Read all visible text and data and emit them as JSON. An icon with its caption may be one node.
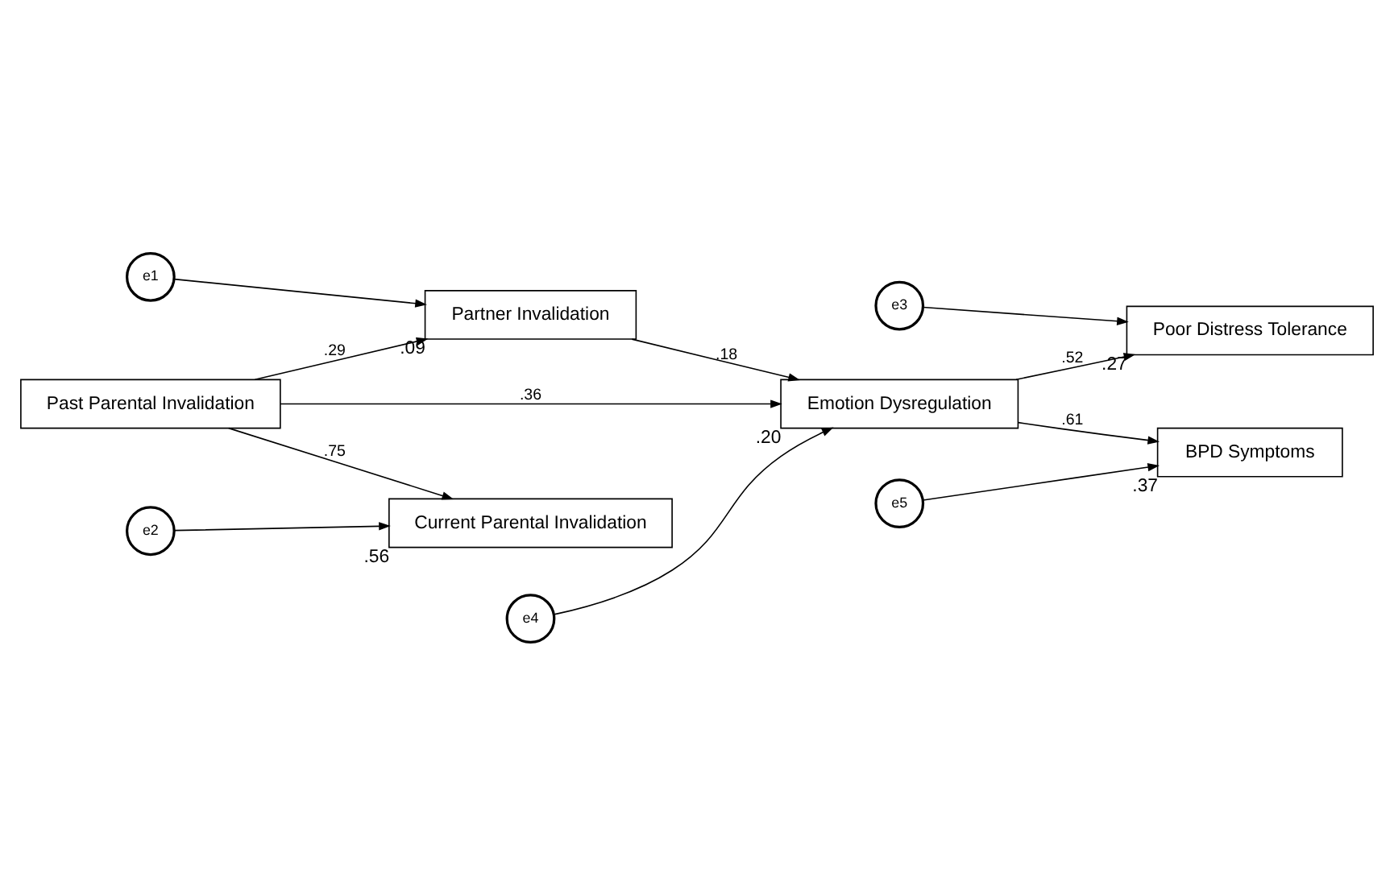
{
  "diagram": {
    "nodes": [
      {
        "text": [
          "e1"
        ]
      },
      {
        "text": [
          "Partner Invalidation"
        ],
        "beside": [
          ".09"
        ]
      },
      {
        "text": [
          "Past Parental Invalidation"
        ]
      },
      {
        "text": [
          "Current Parental Invalidation"
        ],
        "beside": [
          ".56"
        ]
      },
      {
        "text": [
          "e2"
        ]
      },
      {
        "text": [
          "e3"
        ]
      },
      {
        "text": [
          "Poor Distress Tolerance"
        ],
        "beside": [
          ".27"
        ]
      },
      {
        "text": [
          "Emotion Dysregulation"
        ],
        "beside": [
          ".20"
        ]
      },
      {
        "text": [
          "e4"
        ]
      },
      {
        "text": [
          "e5"
        ]
      },
      {
        "text": [
          "BPD Symptoms"
        ],
        "beside": [
          ".37"
        ]
      }
    ],
    "edges": [
      {
        "from": 0,
        "to": 1,
        "arrow": "to"
      },
      {
        "from": 2,
        "to": 1,
        "arrow": "to",
        "label": ".29"
      },
      {
        "from": 2,
        "to": 3,
        "arrow": "to",
        "label": ".75"
      },
      {
        "from": 4,
        "to": 3,
        "arrow": "to"
      },
      {
        "from": 1,
        "to": 7,
        "arrow": "to",
        "label": ".18"
      },
      {
        "from": 2,
        "to": 7,
        "arrow": "to",
        "label": ".36"
      },
      {
        "from": 5,
        "to": 6,
        "arrow": "to"
      },
      {
        "from": 7,
        "to": 6,
        "arrow": "to",
        "label": ".52"
      },
      {
        "from": 8,
        "to": 7,
        "arrow": "to"
      },
      {
        "from": 7,
        "to": 10,
        "arrow": "to",
        "label": ".61"
      },
      {
        "from": 9,
        "to": 10,
        "arrow": "to"
      }
    ]
  }
}
